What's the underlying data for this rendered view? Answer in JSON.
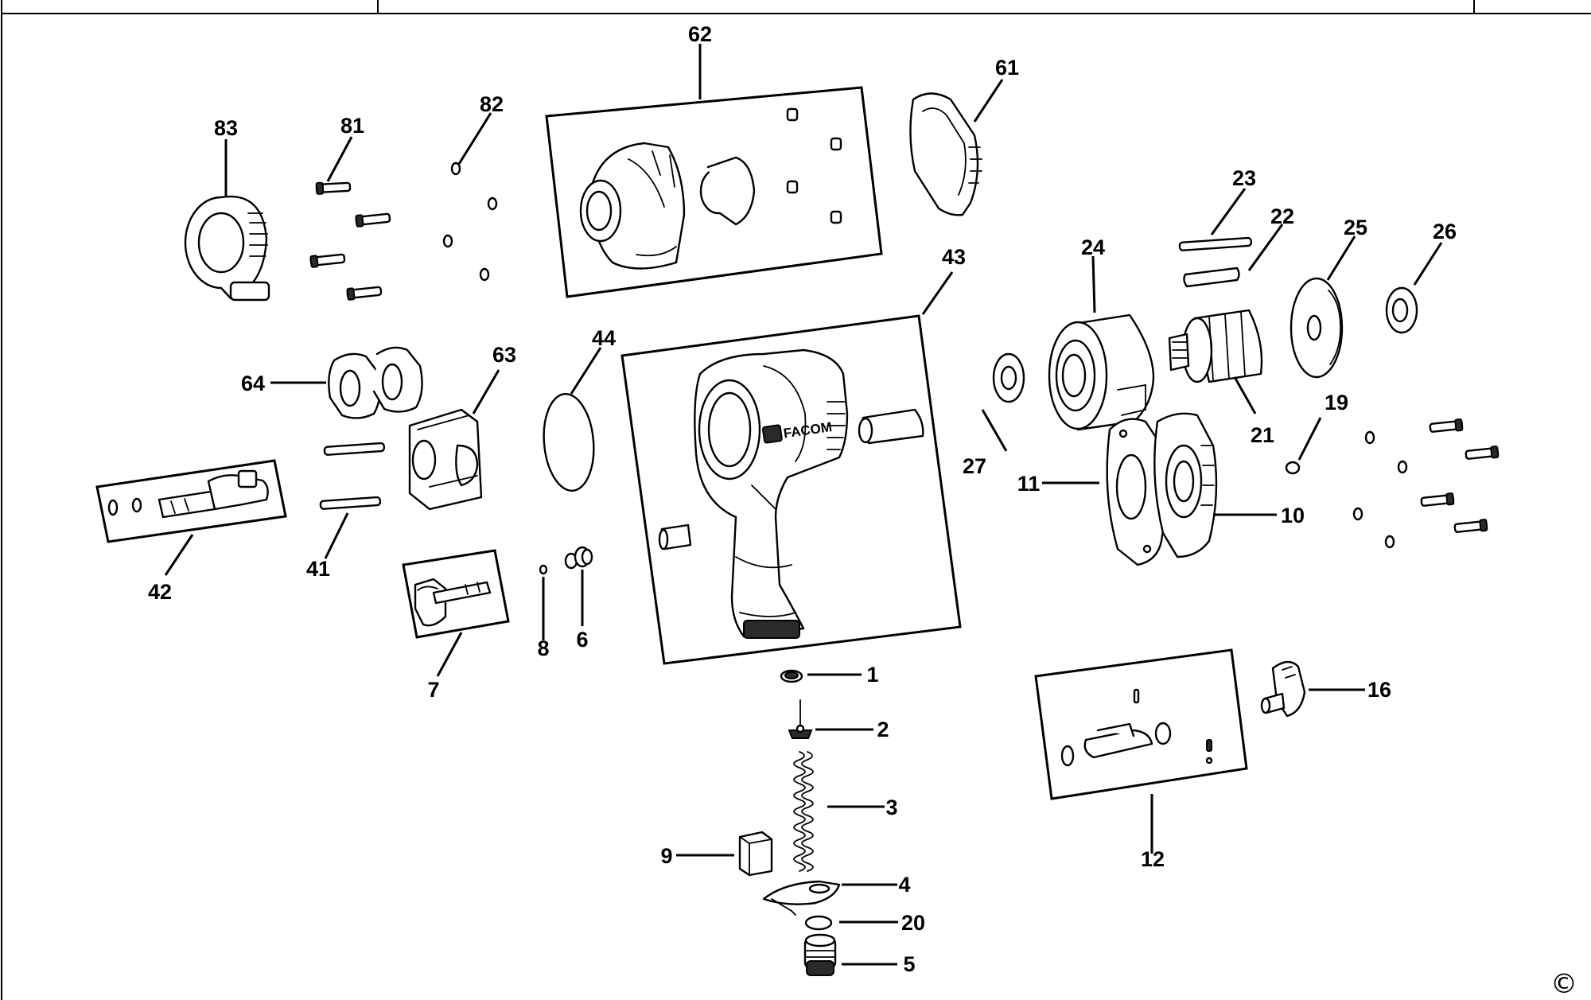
{
  "diagram": {
    "copyright_symbol": "©",
    "callouts": [
      {
        "id": "1",
        "text": "1"
      },
      {
        "id": "2",
        "text": "2"
      },
      {
        "id": "3",
        "text": "3"
      },
      {
        "id": "4",
        "text": "4"
      },
      {
        "id": "5",
        "text": "5"
      },
      {
        "id": "6",
        "text": "6"
      },
      {
        "id": "7",
        "text": "7"
      },
      {
        "id": "8",
        "text": "8"
      },
      {
        "id": "9",
        "text": "9"
      },
      {
        "id": "10",
        "text": "10"
      },
      {
        "id": "11",
        "text": "11"
      },
      {
        "id": "12",
        "text": "12"
      },
      {
        "id": "16",
        "text": "16"
      },
      {
        "id": "19",
        "text": "19"
      },
      {
        "id": "20",
        "text": "20"
      },
      {
        "id": "21",
        "text": "21"
      },
      {
        "id": "22",
        "text": "22"
      },
      {
        "id": "23",
        "text": "23"
      },
      {
        "id": "24",
        "text": "24"
      },
      {
        "id": "25",
        "text": "25"
      },
      {
        "id": "26",
        "text": "26"
      },
      {
        "id": "27",
        "text": "27"
      },
      {
        "id": "41",
        "text": "41"
      },
      {
        "id": "42",
        "text": "42"
      },
      {
        "id": "43",
        "text": "43"
      },
      {
        "id": "44",
        "text": "44"
      },
      {
        "id": "61",
        "text": "61"
      },
      {
        "id": "62",
        "text": "62"
      },
      {
        "id": "63",
        "text": "63"
      },
      {
        "id": "64",
        "text": "64"
      },
      {
        "id": "81",
        "text": "81"
      },
      {
        "id": "82",
        "text": "82"
      },
      {
        "id": "83",
        "text": "83"
      }
    ],
    "brand_logo_text": "FACOM"
  }
}
